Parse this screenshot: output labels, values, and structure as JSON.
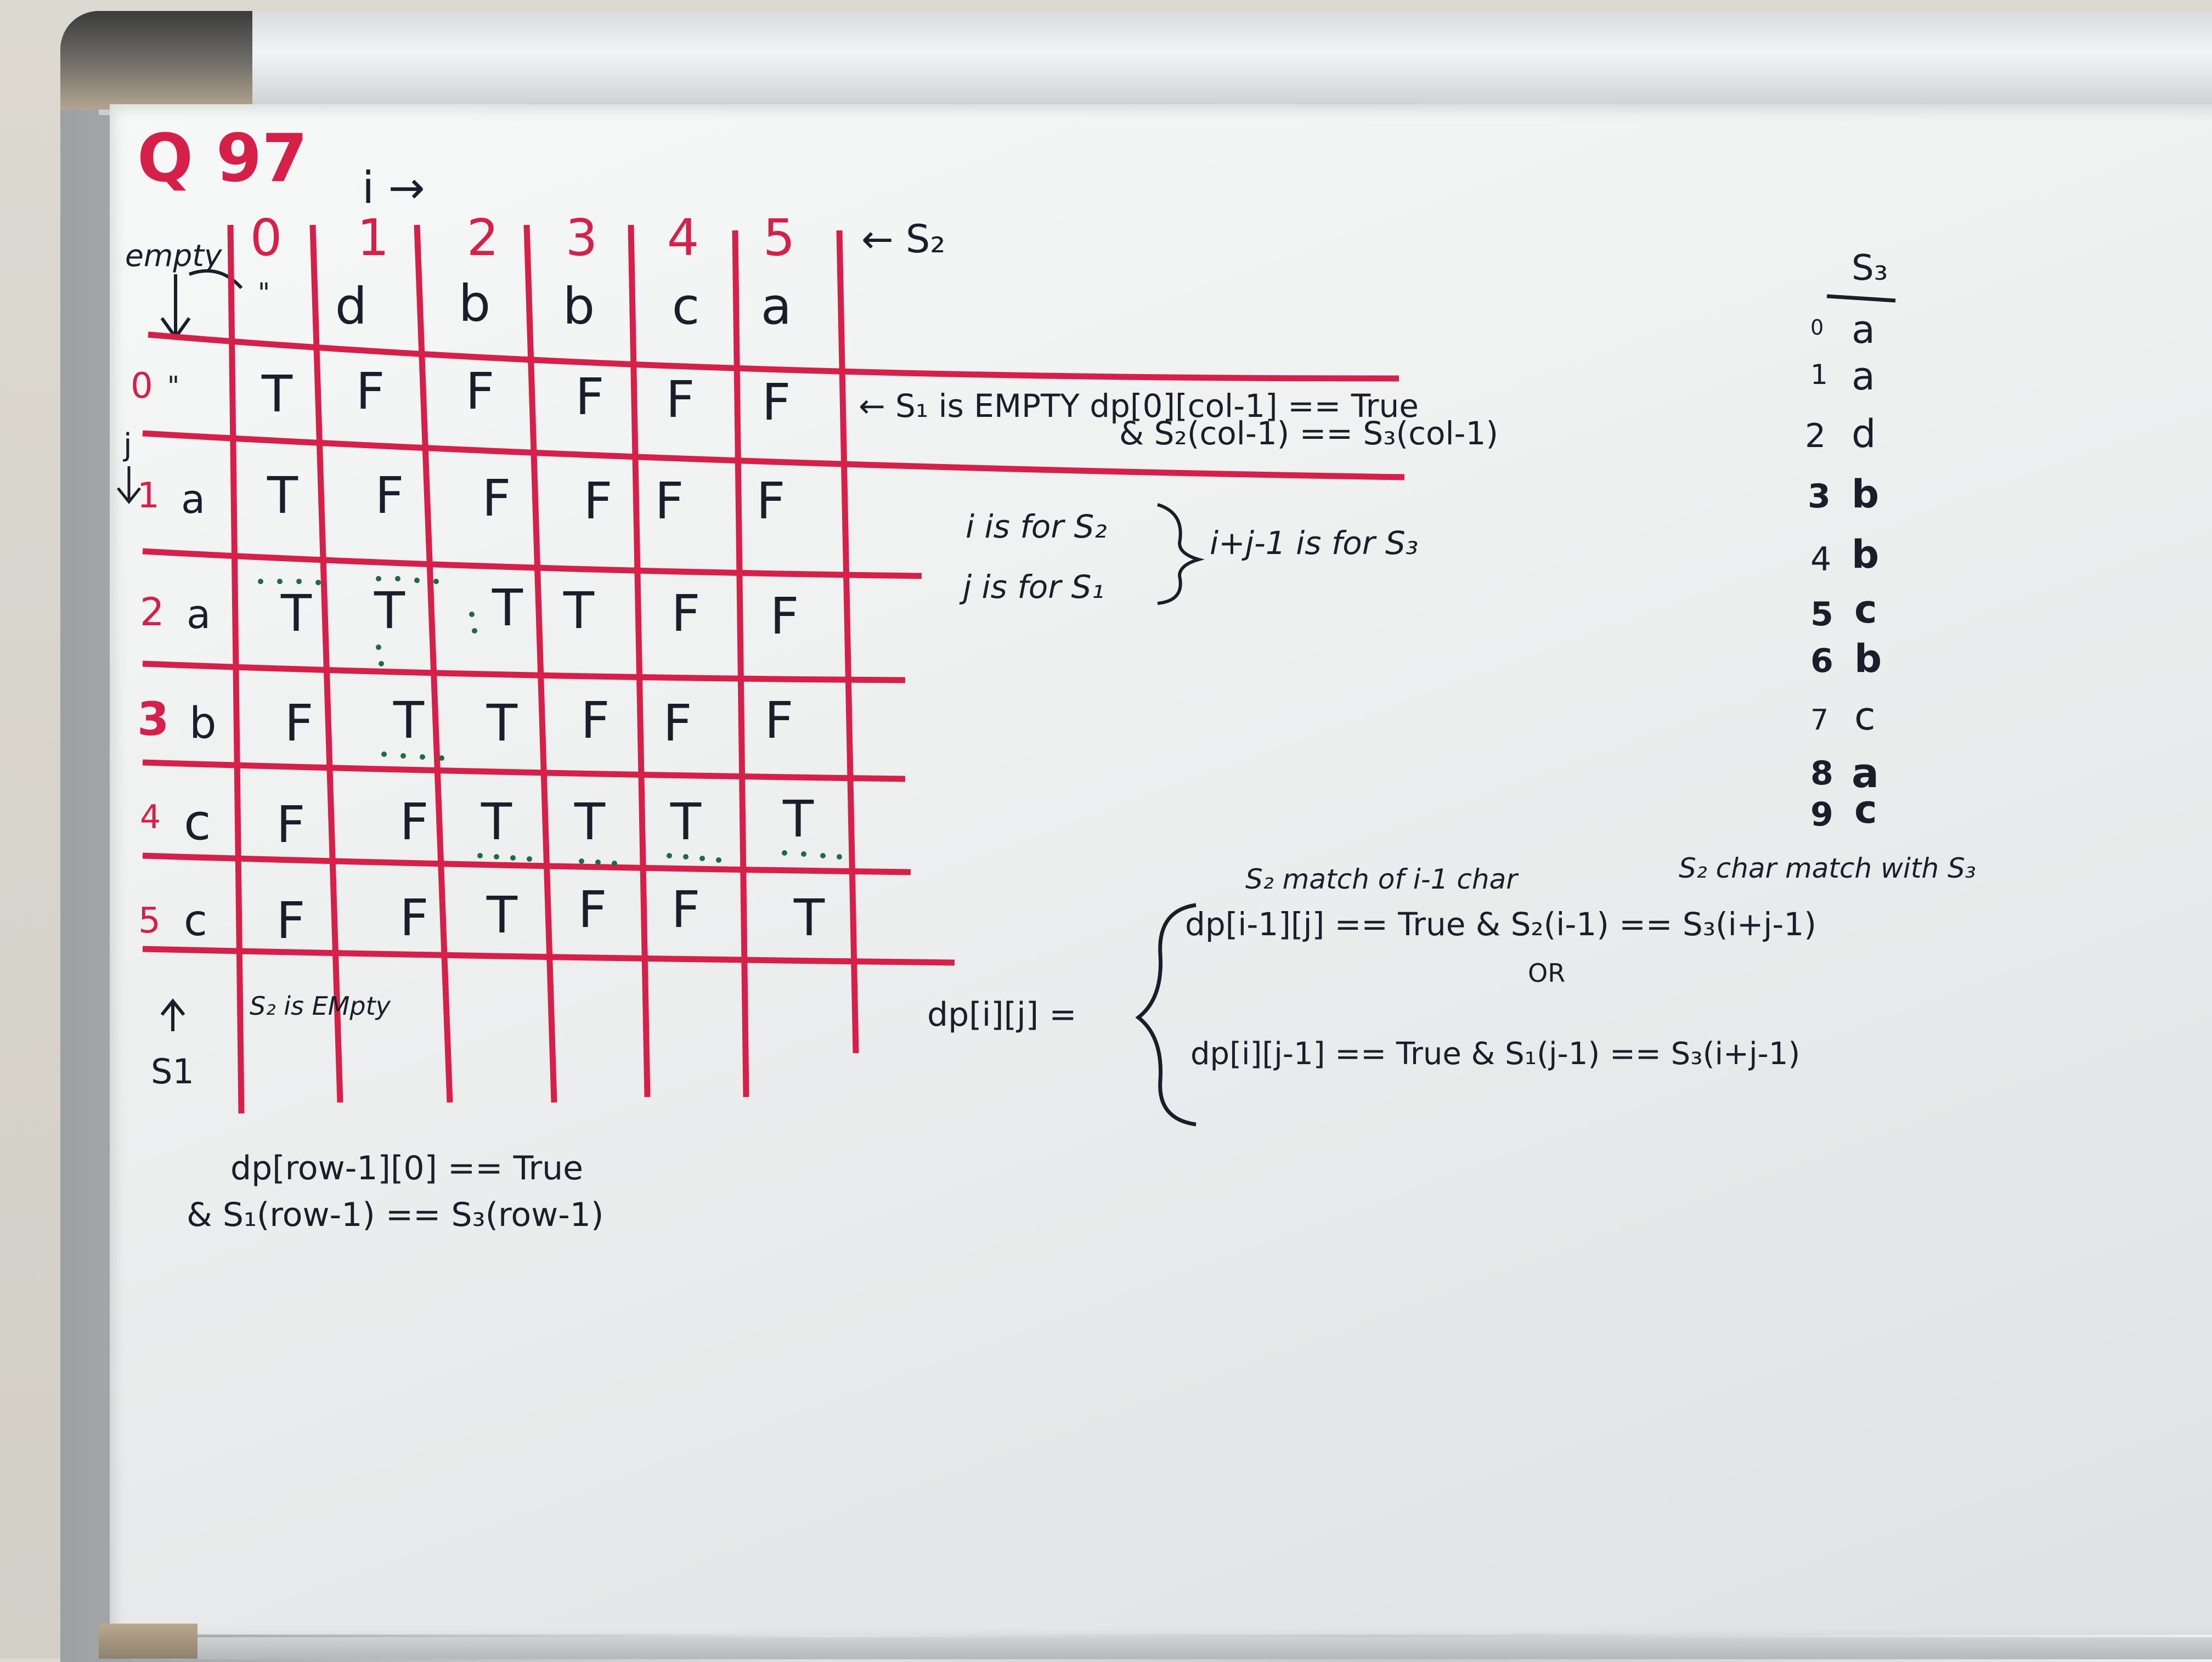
{
  "title": "Q 97",
  "i_arrow": "i →",
  "empty_label": "empty",
  "empty_marker": "\"",
  "s2_marker": "← S₂",
  "s1_marker": "S1",
  "s2_empty_note": "S₂ is EMpty",
  "col_indices": [
    "0",
    "1",
    "2",
    "3",
    "4",
    "5"
  ],
  "col_chars": [
    "\"",
    "d",
    "b",
    "b",
    "c",
    "a"
  ],
  "row_indices": [
    "0",
    "1",
    "2",
    "3",
    "4",
    "5"
  ],
  "row_chars": [
    "\"",
    "a",
    "a",
    "b",
    "c",
    "c"
  ],
  "j_label": "j",
  "table": [
    [
      "T",
      "F",
      "F",
      "F",
      "F",
      "F"
    ],
    [
      "T",
      "F",
      "F",
      "F",
      "F",
      "F"
    ],
    [
      "T",
      "T",
      "T",
      "T",
      "F",
      "F"
    ],
    [
      "F",
      "T",
      "T",
      "F",
      "F",
      "F"
    ],
    [
      "F",
      "F",
      "T",
      "T",
      "T",
      "T"
    ],
    [
      "F",
      "F",
      "T",
      "F",
      "F",
      "T"
    ]
  ],
  "row0_note": {
    "line1": "← S₁ is EMPTY   dp[0][col-1] == True",
    "line2": "& S₂(col-1) == S₃(col-1)"
  },
  "ij_note": {
    "i_line": "i is for S₂",
    "j_line": "j is for S₁",
    "sum_line": "i+j-1  is for S₃"
  },
  "s3_list": {
    "header": "S₃",
    "rows": [
      {
        "idx": "0",
        "ch": "a"
      },
      {
        "idx": "1",
        "ch": "a"
      },
      {
        "idx": "2",
        "ch": "d"
      },
      {
        "idx": "3",
        "ch": "b"
      },
      {
        "idx": "4",
        "ch": "b"
      },
      {
        "idx": "5",
        "ch": "c"
      },
      {
        "idx": "6",
        "ch": "b"
      },
      {
        "idx": "7",
        "ch": "c"
      },
      {
        "idx": "8",
        "ch": "a"
      },
      {
        "idx": "9",
        "ch": "c"
      }
    ]
  },
  "recurrence": {
    "lhs": "dp[i][j] =",
    "note1": "S₂ match of i-1 char",
    "note2": "S₂ char match with S₃",
    "case1": "dp[i-1][j] == True  &  S₂(i-1) == S₃(i+j-1)",
    "or": "OR",
    "case2": "dp[i][j-1] == True  &  S₁(j-1) == S₃(i+j-1)"
  },
  "col0_note": {
    "line1": "dp[row-1][0] == True",
    "line2": "& S₁(row-1) == S₃(row-1)"
  },
  "colors": {
    "red_marker": "#d6204a",
    "black_marker": "#1b1d2a",
    "green_marker": "#1f6b43"
  }
}
